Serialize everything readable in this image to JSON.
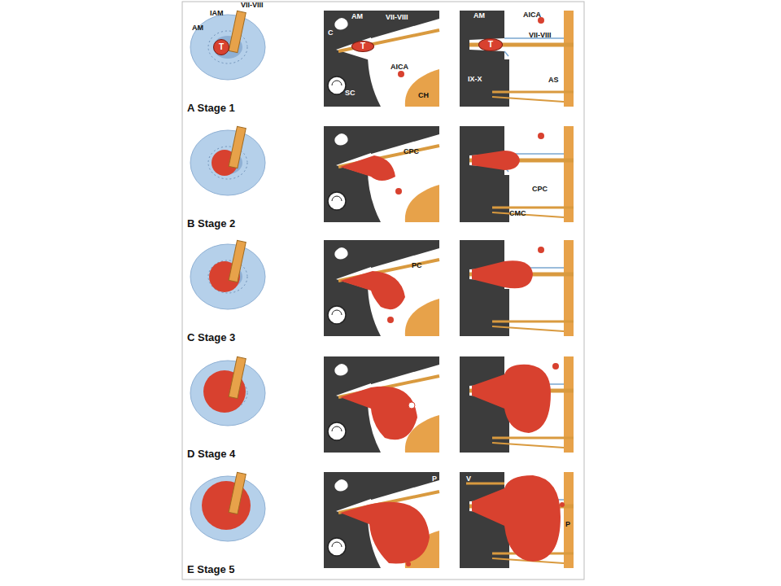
{
  "diagram": {
    "nodes": [
      {
        "text": [
          "T"
        ]
      },
      {
        "text": [
          "T"
        ]
      },
      {
        "text": [
          "T"
        ]
      }
    ],
    "labels": [
      "AM",
      "IAM",
      "VII-VIII",
      "C",
      "AM",
      "VII-VIII",
      "AICA",
      "SC",
      "CH",
      "AM",
      "AICA",
      "VII-VIII",
      "IX-X",
      "AS",
      "A Stage 1",
      "CPC",
      "CPC",
      "CMC",
      "B Stage 2",
      "PC",
      "C Stage 3",
      "D Stage 4",
      "P",
      "V",
      "P",
      "E Stage 5"
    ]
  }
}
